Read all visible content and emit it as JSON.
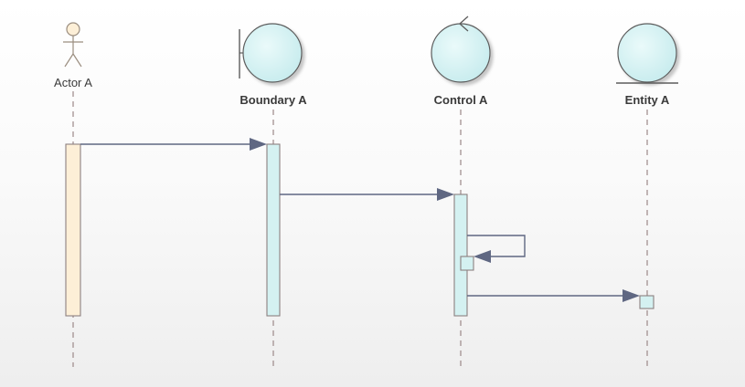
{
  "lifelines": [
    {
      "id": "actor",
      "name": "Actor A",
      "kind": "actor"
    },
    {
      "id": "boundary",
      "name": "Boundary A",
      "kind": "boundary"
    },
    {
      "id": "control",
      "name": "Control A",
      "kind": "control"
    },
    {
      "id": "entity",
      "name": "Entity A",
      "kind": "entity"
    }
  ],
  "messages": [
    {
      "from": "actor",
      "to": "boundary",
      "type": "call",
      "label": ""
    },
    {
      "from": "boundary",
      "to": "control",
      "type": "call",
      "label": ""
    },
    {
      "from": "control",
      "to": "control",
      "type": "self",
      "label": ""
    },
    {
      "from": "control",
      "to": "entity",
      "type": "call",
      "label": ""
    }
  ],
  "colors": {
    "actor_fill": "#fdefd7",
    "actor_stroke": "#9b8e80",
    "object_fill": "#d4f1f1",
    "object_stroke": "#5c5c5c",
    "activation_stroke": "#8c8080",
    "lifeline": "#9b8888",
    "message": "#5f6782"
  }
}
